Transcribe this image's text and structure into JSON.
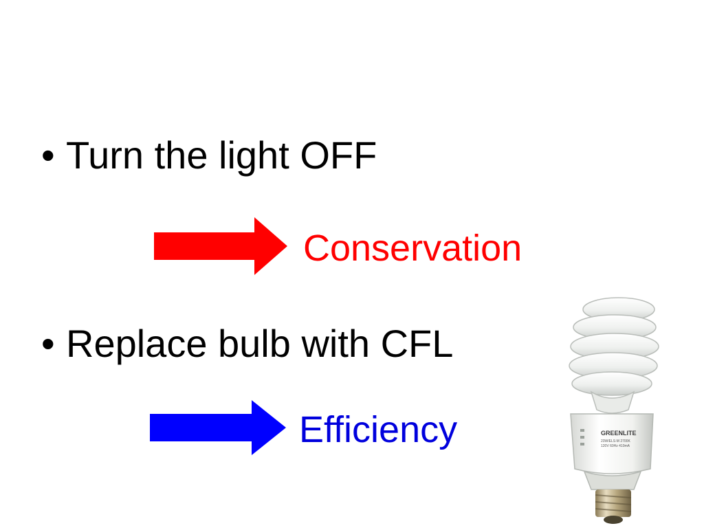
{
  "slide": {
    "bullets": [
      {
        "marker": "•",
        "text": "Turn the light OFF"
      },
      {
        "marker": "•",
        "text": "Replace bulb with CFL"
      }
    ],
    "outcomes": [
      {
        "label": "Conservation",
        "color": "#ff0000",
        "arrow_color": "#ff0000"
      },
      {
        "label": "Efficiency",
        "color": "#0000dd",
        "arrow_color": "#0000ff"
      }
    ],
    "image": {
      "icon": "cfl-bulb-icon",
      "label_lines": [
        "GREENLITE",
        "23W/ELS-M 2700K",
        "120V 60Hz 410mA"
      ]
    }
  }
}
